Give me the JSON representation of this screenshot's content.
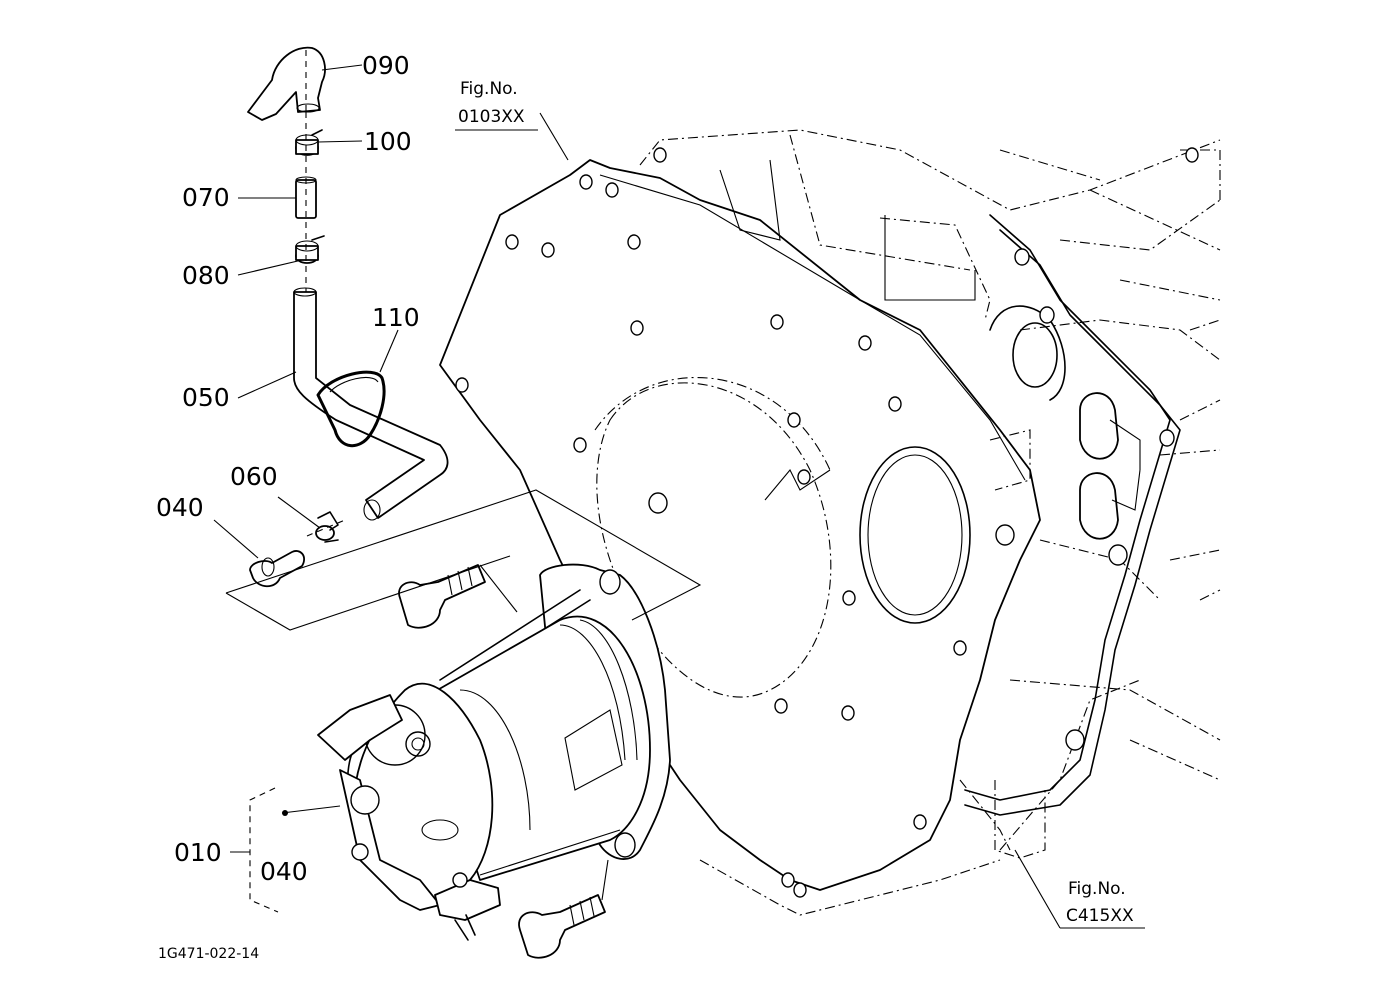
{
  "diagram": {
    "reference_code": "1G471-022-14",
    "figure_refs": [
      {
        "title": "Fig.No.",
        "code": "0103XX"
      },
      {
        "title": "Fig.No.",
        "code": "C415XX"
      }
    ],
    "part_labels": {
      "p090": "090",
      "p100": "100",
      "p070": "070",
      "p080": "080",
      "p110": "110",
      "p050": "050",
      "p060": "060",
      "p040a": "040",
      "p010": "010",
      "p040b": "040"
    }
  }
}
